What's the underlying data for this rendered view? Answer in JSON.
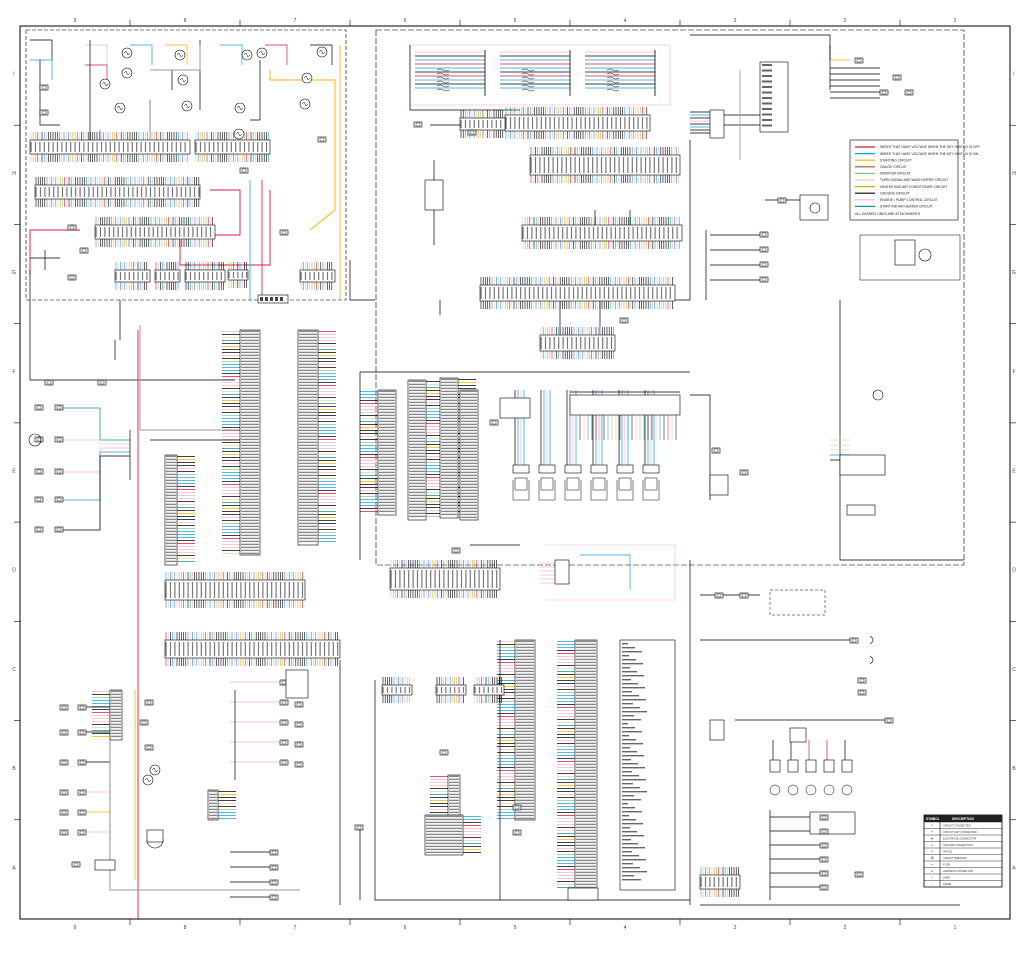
{
  "grid": {
    "columns": [
      "9",
      "8",
      "7",
      "6",
      "5",
      "4",
      "3",
      "2",
      "1"
    ],
    "rows": [
      "I",
      "H",
      "G",
      "F",
      "E",
      "D",
      "C",
      "B",
      "A"
    ]
  },
  "legend": {
    "items": [
      {
        "label": "WIRES THAT HAVE VOLTAGE WHEN THE KEY SWITCH IS OFF",
        "color": "#d7193f"
      },
      {
        "label": "WIRES THAT HAVE VOLTAGE WHEN THE KEY SWITCH IS ON",
        "color": "#1aa0dc"
      },
      {
        "label": "STARTING CIRCUIT",
        "color": "#f0b400"
      },
      {
        "label": "GAUGE CIRCUIT",
        "color": "#a0522d"
      },
      {
        "label": "MONITOR CIRCUIT",
        "color": "#8cc88c"
      },
      {
        "label": "TURN SIGNAL AND WASH WIPER CIRCUIT",
        "color": "#e6d2b4"
      },
      {
        "label": "HEATER AND AIR CONDITIONER CIRCUIT",
        "color": "#c8b400"
      },
      {
        "label": "GROUND CIRCUIT",
        "color": "#000000"
      },
      {
        "label": "ENGINE / PUMP CONTROL CIRCUIT",
        "color": "#f5b4c8"
      },
      {
        "label": "START AID AIR HEATER CIRCUIT",
        "color": "#0a96a0"
      }
    ],
    "footnote": "ALL DASHED LINES ARE ATTACHMENTS"
  },
  "symbol_table": {
    "headers": [
      "SYMBOL",
      "DESCRIPTION"
    ],
    "rows": [
      {
        "symbol": "+",
        "description": "CIRCUIT CONNECTED"
      },
      {
        "symbol": "+",
        "description": "CIRCUIT NOT CONNECTED"
      },
      {
        "symbol": "●",
        "description": "ELECTRICAL CONNECTOR"
      },
      {
        "symbol": "⊥",
        "description": "GROUND CONNECTION"
      },
      {
        "symbol": "+",
        "description": "SPLICE"
      },
      {
        "symbol": "⊞",
        "description": "CIRCUIT BREAKER"
      },
      {
        "symbol": "—",
        "description": "FUSE"
      },
      {
        "symbol": "═",
        "description": "HARNESS CONNECTOR"
      },
      {
        "symbol": "○",
        "description": "LAMP"
      },
      {
        "symbol": "◦",
        "description": "DIODE"
      }
    ]
  },
  "colors": {
    "border": "#000000",
    "wire_gray": "#9a9a9a"
  }
}
